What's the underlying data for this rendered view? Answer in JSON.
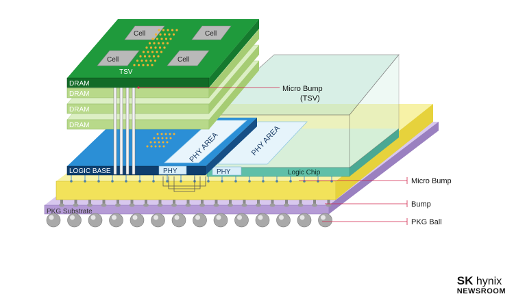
{
  "diagram": {
    "labels": {
      "cell": "Cell",
      "tsv": "TSV",
      "dram": "DRAM",
      "logic_base": "LOGIC BASE",
      "phy": "PHY",
      "phy_area": "PHY AREA",
      "logic_chip": "Logic Chip",
      "pkg_substrate": "PKG Substrate"
    },
    "callouts": {
      "micro_bump_tsv_line1": "Micro Bump",
      "micro_bump_tsv_line2": "(TSV)",
      "micro_bump": "Micro Bump",
      "bump": "Bump",
      "pkg_ball": "PKG Ball"
    },
    "colors": {
      "dram_top": "#1f9a3c",
      "dram_layer": "#b8d98a",
      "logic_base": "#1f6fb5",
      "interposer": "#f4ea6a",
      "substrate": "#b59bd6",
      "logic_chip_glass": "#bfe6d6",
      "leader_line": "#d1224a"
    }
  },
  "brand": {
    "sk": "SK",
    "hynix": "hynix",
    "newsroom": "NEWSROOM"
  }
}
